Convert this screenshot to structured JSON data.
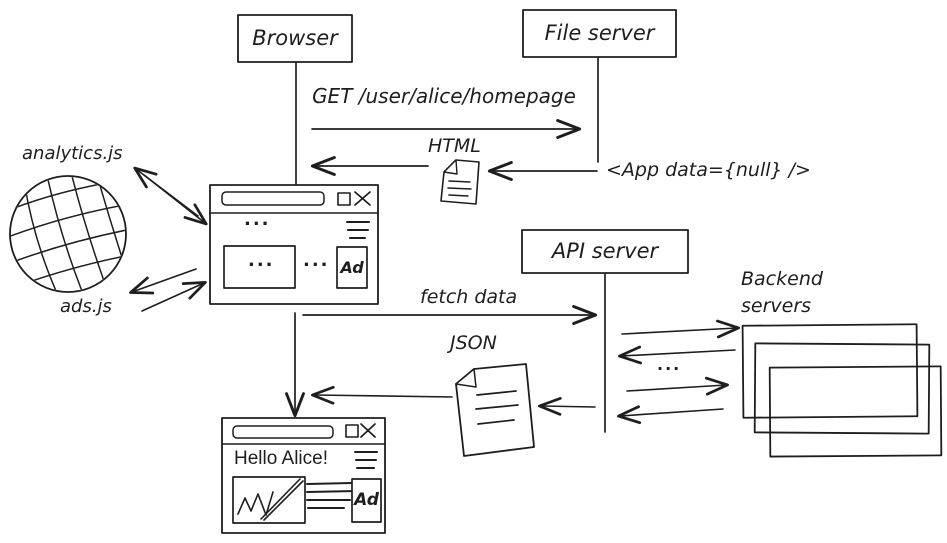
{
  "colors": {
    "ink": "#1e1e1e",
    "background": "#ffffff"
  },
  "nodes": {
    "browser": {
      "label": "Browser"
    },
    "file_server": {
      "label": "File server"
    },
    "api_server": {
      "label": "API server"
    },
    "backend_servers": {
      "label_line1": "Backend",
      "label_line2": "servers"
    }
  },
  "scripts": {
    "analytics": "analytics.js",
    "ads": "ads.js"
  },
  "messages": {
    "get_request": "GET /user/alice/homepage",
    "html_label": "HTML",
    "app_markup": "<App data={null} />",
    "fetch_data": "fetch data",
    "json_label": "JSON",
    "exchange_ellipsis": "..."
  },
  "skeleton_window": {
    "menu_ellipsis": "...",
    "main_ellipsis": "...",
    "side_ellipsis": "...",
    "ad_label": "Ad"
  },
  "rendered_window": {
    "heading": "Hello Alice!",
    "ad_label": "Ad"
  }
}
